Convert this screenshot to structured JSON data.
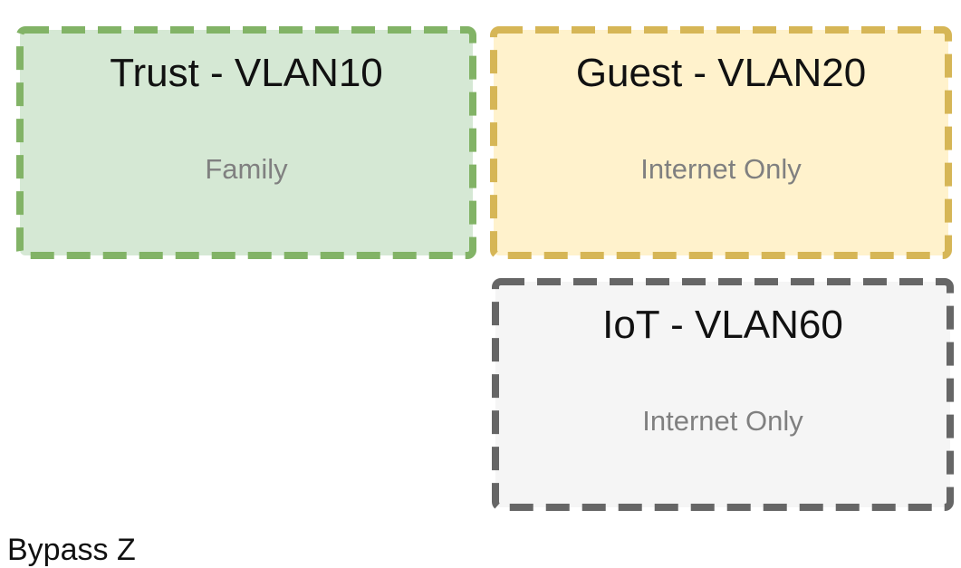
{
  "zones": {
    "trust": {
      "title": "Trust - VLAN10",
      "description": "Family",
      "fill": "#d5e8d4",
      "stroke": "#82b366"
    },
    "guest": {
      "title": "Guest - VLAN20",
      "description": "Internet Only",
      "fill": "#fff2cc",
      "stroke": "#d6b656"
    },
    "iot": {
      "title": "IoT - VLAN60",
      "description": "Internet Only",
      "fill": "#f5f5f5",
      "stroke": "#666666"
    }
  },
  "footer": {
    "text": "Bypass Z"
  }
}
